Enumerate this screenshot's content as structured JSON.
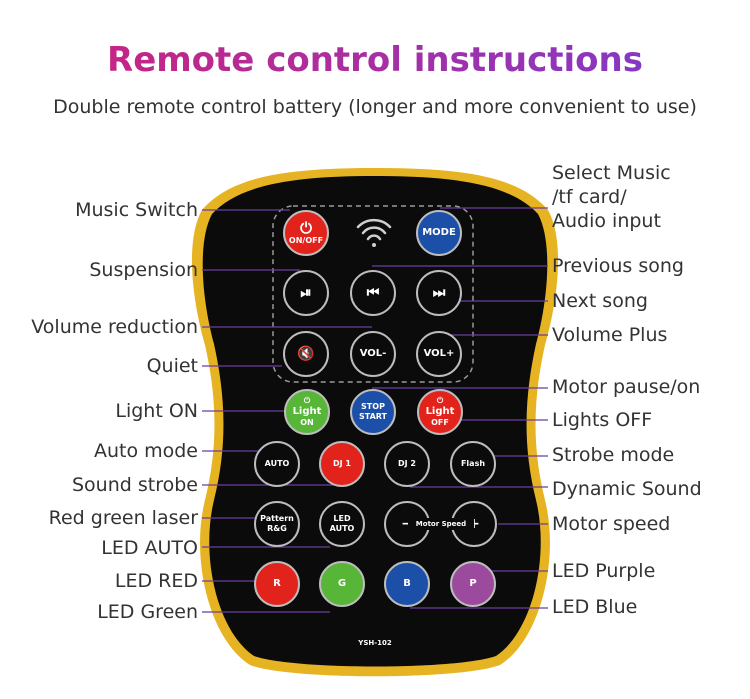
{
  "header": {
    "title": "Remote control instructions",
    "subtitle": "Double remote control battery (longer and more convenient to use)"
  },
  "labels_left": {
    "music_switch": "Music Switch",
    "suspension": "Suspension",
    "volume_reduction": "Volume reduction",
    "quiet": "Quiet",
    "light_on": "Light ON",
    "auto_mode": "Auto mode",
    "sound_strobe": "Sound strobe",
    "red_green_laser": "Red green laser",
    "led_auto": "LED AUTO",
    "led_red": "LED RED",
    "led_green": "LED Green"
  },
  "labels_right": {
    "select_music_1": "Select Music",
    "select_music_2": "/tf card/",
    "select_music_3": "Audio input",
    "previous_song": "Previous song",
    "next_song": "Next song",
    "volume_plus": "Volume Plus",
    "motor_pause": "Motor pause/on",
    "lights_off": "Lights OFF",
    "strobe_mode": "Strobe mode",
    "dynamic_sound": "Dynamic Sound",
    "motor_speed": "Motor speed",
    "led_purple": "LED Purple",
    "led_blue": "LED Blue"
  },
  "remote": {
    "onoff": "ON/OFF",
    "power_glyph": "⏻",
    "mode": "MODE",
    "play_pause": "⏯",
    "prev": "⏮",
    "next": "⏭",
    "mute": "🔇",
    "vol_minus": "VOL-",
    "vol_plus": "VOL+",
    "light_on_1": "Light",
    "light_on_2": "ON",
    "stop_1": "STOP",
    "stop_2": "START",
    "light_off_1": "Light",
    "light_off_2": "OFF",
    "auto": "AUTO",
    "dj1": "DJ 1",
    "dj2": "DJ 2",
    "flash": "Flash",
    "pattern_1": "Pattern",
    "pattern_2": "R&G",
    "led_auto_1": "LED",
    "led_auto_2": "AUTO",
    "motor_minus": "−",
    "motor_label": "Motor Speed",
    "motor_plus": "+",
    "r": "R",
    "g": "G",
    "b": "B",
    "p": "P",
    "model": "YSH-102"
  },
  "colors": {
    "title_gradient_start": "#d0207a",
    "title_gradient_end": "#7a3bd0",
    "remote_outline": "#e6b422",
    "remote_body": "#0b0b0b"
  }
}
